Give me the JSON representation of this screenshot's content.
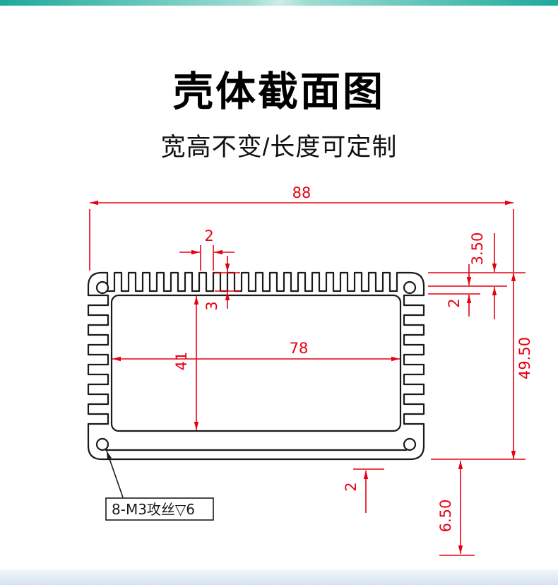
{
  "page": {
    "title": "壳体截面图",
    "subtitle": "宽高不变/长度可定制"
  },
  "colors": {
    "dimension": "#e60012",
    "profile": "#1a1a1a",
    "accent_top": "#1ba99a",
    "bottom_band": "#d4e2f0"
  },
  "drawing": {
    "type": "enclosure-cross-section",
    "dimensions": {
      "overall_width": "88",
      "overall_height": "49.50",
      "inner_width": "78",
      "inner_height": "41",
      "fin_pitch": "2",
      "fin_height": "3",
      "top_edge": "3.50",
      "side_rib": "2",
      "bottom_rib": "2",
      "bottom_depth": "6.50",
      "tap_note": "8-M3攻丝▽6"
    }
  }
}
